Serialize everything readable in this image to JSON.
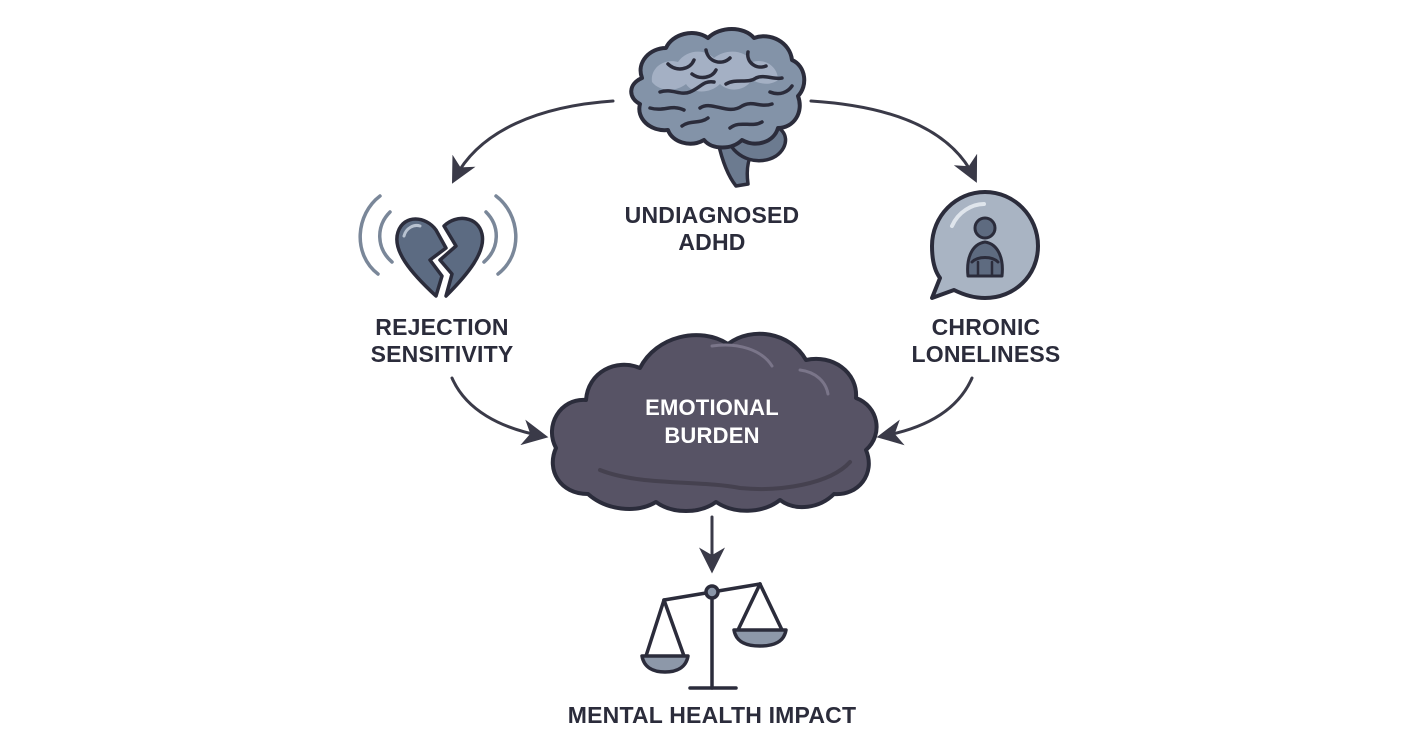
{
  "nodes": {
    "adhd": {
      "line1": "UNDIAGNOSED",
      "line2": "ADHD",
      "icon": "brain-icon"
    },
    "rejection": {
      "line1": "REJECTION",
      "line2": "SENSITIVITY",
      "icon": "broken-heart-icon"
    },
    "loneliness": {
      "line1": "CHRONIC",
      "line2": "LONELINESS",
      "icon": "lonely-person-bubble-icon"
    },
    "burden": {
      "line1": "EMOTIONAL",
      "line2": "BURDEN",
      "icon": "cloud-icon"
    },
    "impact": {
      "label": "MENTAL HEALTH IMPACT",
      "icon": "balance-scale-icon"
    }
  },
  "colors": {
    "ink": "#2b2c3b",
    "brain": "#7e8ea3",
    "brain_light": "#a3b0c2",
    "heart": "#5a6a80",
    "cloud": "#575365",
    "bubble": "#a9b4c3",
    "arrow": "#3a3a48"
  }
}
